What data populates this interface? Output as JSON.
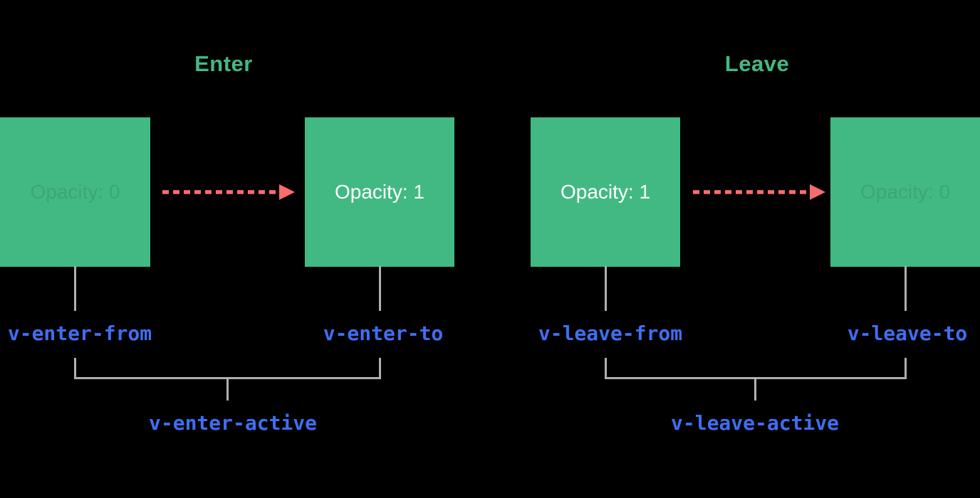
{
  "colors": {
    "background": "#000000",
    "green": "#42b983",
    "red": "#f96c6c",
    "blue": "#3e6ef2",
    "line": "#b0b0b0",
    "box_text": "#ffffff"
  },
  "panels": [
    {
      "title": "Enter",
      "from_box": {
        "label": "Opacity: 0",
        "faded": true
      },
      "to_box": {
        "label": "Opacity: 1",
        "faded": false
      },
      "from_class": "v-enter-from",
      "to_class": "v-enter-to",
      "active_class": "v-enter-active"
    },
    {
      "title": "Leave",
      "from_box": {
        "label": "Opacity: 1",
        "faded": false
      },
      "to_box": {
        "label": "Opacity: 0",
        "faded": true
      },
      "from_class": "v-leave-from",
      "to_class": "v-leave-to",
      "active_class": "v-leave-active"
    }
  ]
}
